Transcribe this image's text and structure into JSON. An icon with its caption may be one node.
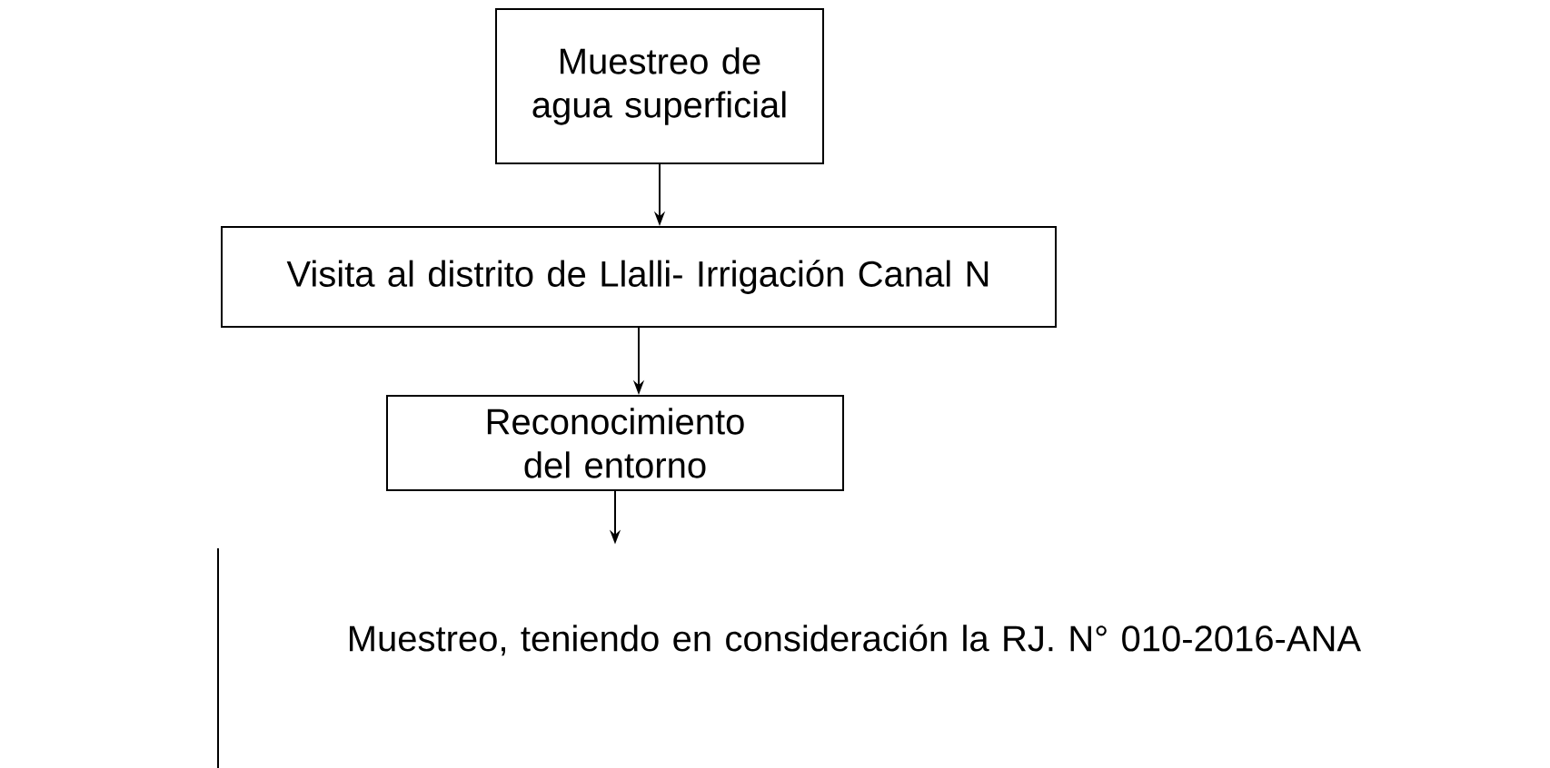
{
  "diagram": {
    "nodes": [
      {
        "text": [
          "Muestreo de agua superficial"
        ]
      },
      {
        "text": [
          "Visita al distrito de Llalli- Irrigación Canal N"
        ]
      },
      {
        "text": [
          "Reconocimiento del entorno"
        ]
      },
      {
        "text": [
          "Muestreo, teniendo en consideración la RJ. N° 010-2016-ANA"
        ]
      }
    ],
    "edges": [
      {
        "from": 0,
        "to": 1,
        "arrow": "to"
      },
      {
        "from": 1,
        "to": 2,
        "arrow": "to"
      },
      {
        "from": 2,
        "to": 3,
        "arrow": "to"
      }
    ]
  }
}
